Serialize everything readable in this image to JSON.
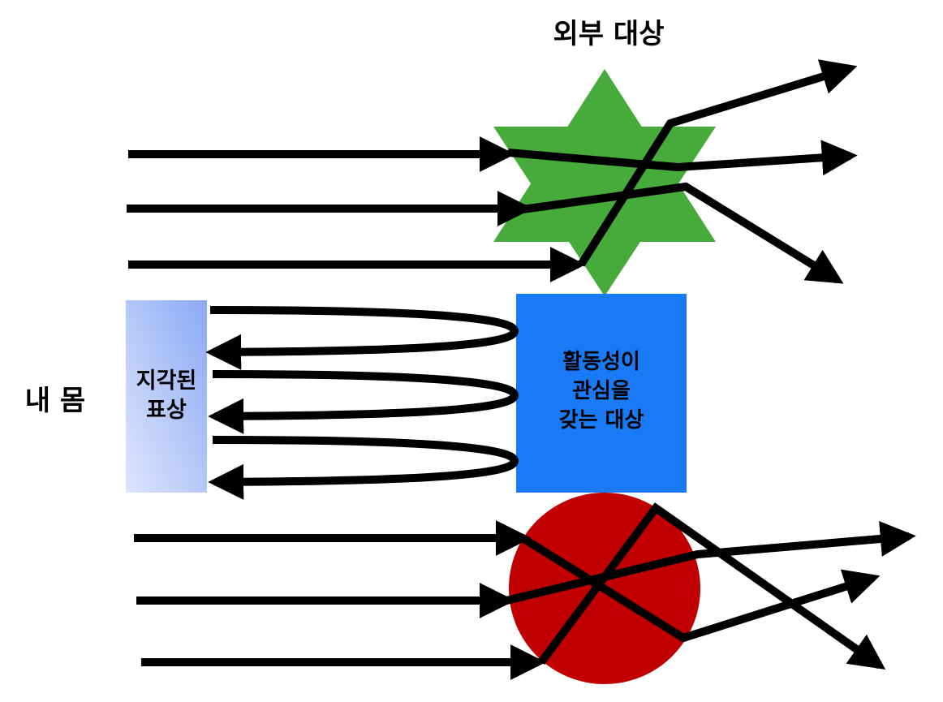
{
  "labels": {
    "external_objects": "외부 대상",
    "my_body": "내 몸",
    "perceived_representation": [
      "지각된",
      "표상"
    ],
    "object_of_interest": [
      "활동성이",
      "관심을",
      "갖는 대상"
    ]
  },
  "colors": {
    "star": "#46ab3a",
    "interest_box": "#1a7af5",
    "circle": "#c00000",
    "panel_light": "#dde6fb",
    "panel_dark": "#8ca9f5",
    "arrow": "#000000"
  },
  "shapes": {
    "star": "hexagram",
    "interest_box": "square",
    "circle": "disc",
    "perceived_panel": "gradient-rectangle"
  }
}
